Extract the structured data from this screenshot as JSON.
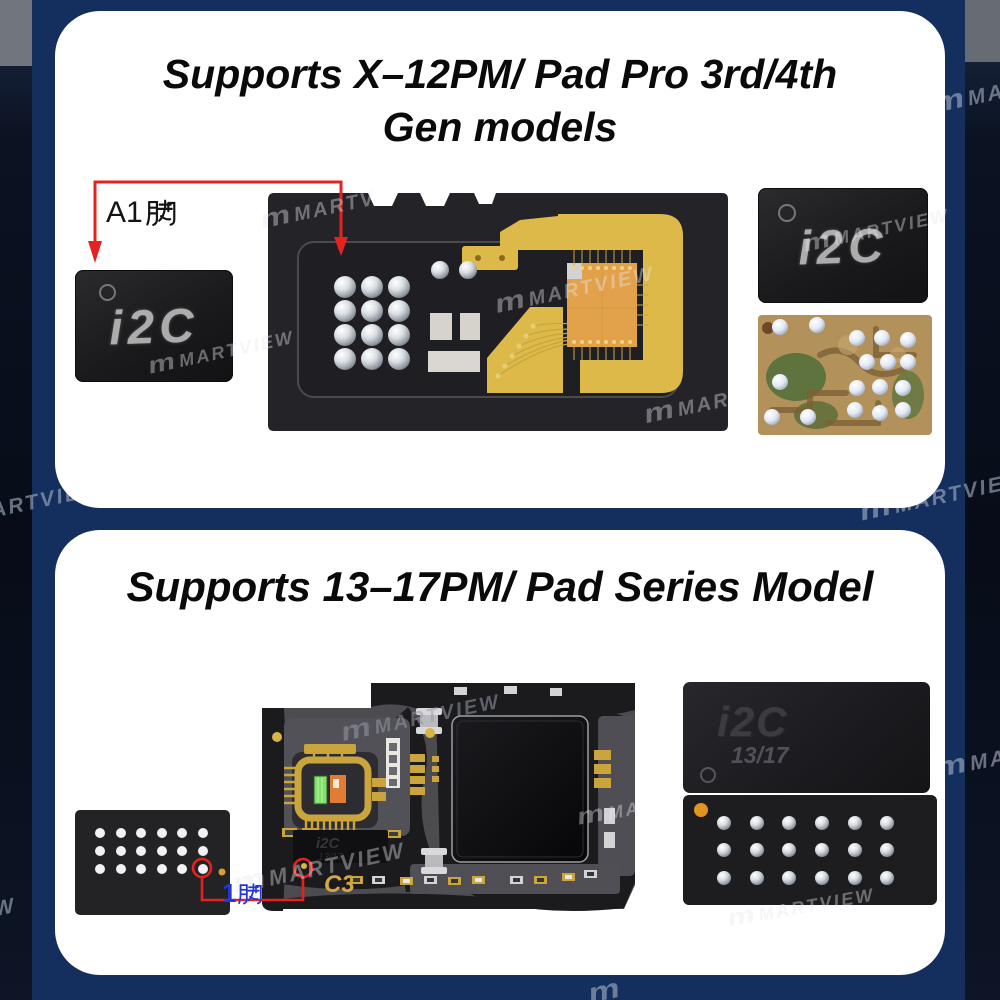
{
  "page": {
    "bg": "#142f5e",
    "watermark": {
      "logo": "m",
      "text": "MARTVIEW",
      "partials": {
        "ma": "MA",
        "mar": "MAR",
        "mart": "MART",
        "martv": "MARTV",
        "martvie": "MARTVIE",
        "artview": "ARTVIEW",
        "w": "W"
      }
    }
  },
  "card1": {
    "title_line1": "Supports X–12PM/ Pad Pro 3rd/4th",
    "title_line2": "Gen models",
    "annotation": {
      "text": "A1脚",
      "latin": "A1"
    },
    "chip_left": {
      "label": "i2C"
    },
    "chip_right": {
      "label": "i2C"
    }
  },
  "card2": {
    "title": "Supports 13–17PM/ Pad Series Model",
    "annotation": {
      "text": "1脚",
      "latin": "1"
    },
    "board": {
      "label": "C3",
      "chip_logo": "i2C",
      "chip_sub": "13/17"
    },
    "chip_right": {
      "logo": "i2C",
      "sub": "13/17"
    }
  },
  "colors": {
    "accent_red": "#e42320",
    "annotation_blue": "#2436d8",
    "gold": "#dcb948",
    "card_bg": "#ffffff",
    "title_color": "#0a0a0a"
  }
}
